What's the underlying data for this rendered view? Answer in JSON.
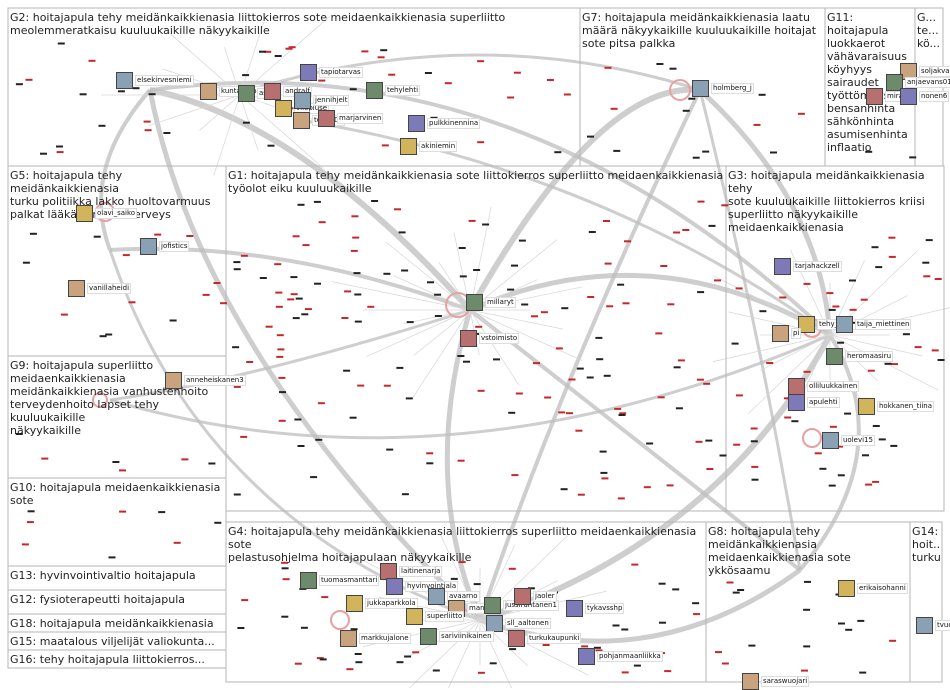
{
  "groups": [
    {
      "id": "G2",
      "title": "G2: hoitajapula tehy meidänkaikkienasia liittokierros sote meidaenkaikkienasia superliitto\nmeolemmeratkaisu kuuluukaikille näkyykaikille"
    },
    {
      "id": "G7",
      "title": "G7: hoitajapula meidänkaikkienasia laatu\nmäärä näkyykaikille kuuluukaikille hoitajat\nsote pitsa palkka"
    },
    {
      "id": "G11",
      "title": "G11: hoitajapula\nluokkaerot\nvähävaraisuus\nköyhyys\nsairaudet\ntyöttömyys\nbensanhinta\nsähkönhinta\nasumisenhinta\ninflaatio"
    },
    {
      "id": "G_small",
      "title": "G...\nte...\nkö..."
    },
    {
      "id": "G5",
      "title": "G5: hoitajapula tehy meidänkaikkienasia\nturku politiikka lakko huoltovarmuus\npalkat lääkärit mielenterveys"
    },
    {
      "id": "G1",
      "title": "G1: hoitajapula tehy meidänkaikkienasia sote liittokierros superliitto meidaenkaikkienasia\ntyöolot eiku kuuluukaikille"
    },
    {
      "id": "G3",
      "title": "G3: hoitajapula meidänkaikkienasia tehy\nsote kuuluukaikille liittokierros kriisi\nsuperliitto näkyykaikille\nmeidaenkaikkienasia"
    },
    {
      "id": "G9",
      "title": "G9: hoitajapula superliitto\nmeidaenkaikkienasia\nmeidänkaikkienasia vanhustenhoito\nterveydenhoito lapset tehy kuuluukaikille\nnäkyykaikille"
    },
    {
      "id": "G10",
      "title": "G10: hoitajapula meidaenkaikkienasia\nsote"
    },
    {
      "id": "G4",
      "title": "G4: hoitajapula tehy meidänkaikkienasia liittokierros superliitto meidaenkaikkienasia sote\npelastusohjelma hoitajapulaan näkyykaikille"
    },
    {
      "id": "G8",
      "title": "G8: hoitajapula tehy\nmeidänkaikkienasia\nmeidaenkaikkienasia sote\nykkösaamu"
    },
    {
      "id": "G14",
      "title": "G14:\nhoit...\nturku"
    },
    {
      "id": "G13",
      "title": "G13: hyvinvointivaltio hoitajapula"
    },
    {
      "id": "G12",
      "title": "G12: fysioterapeutti hoitajapula"
    },
    {
      "id": "G18",
      "title": "G18: hoitajapula meidänkaikkienasia"
    },
    {
      "id": "G15",
      "title": "G15: maatalous viljelijät valiokunta..."
    },
    {
      "id": "G16",
      "title": "G16: tehy hoitajapula liittokierros..."
    }
  ],
  "nodes": [
    {
      "id": "elsekirvesniemi",
      "label": "elsekirvesniemi"
    },
    {
      "id": "kuntatyonantajat",
      "label": "kuntatyonantaja"
    },
    {
      "id": "jasso",
      "label": "asso"
    },
    {
      "id": "andralf",
      "label": "andralf"
    },
    {
      "id": "tapiotarvas",
      "label": "tapiotarvas"
    },
    {
      "id": "vilepiuse",
      "label": "vilepiuse"
    },
    {
      "id": "jennihjelt",
      "label": "jennihjelt"
    },
    {
      "id": "tehy707",
      "label": "tehy707"
    },
    {
      "id": "tehylehti",
      "label": "tehylehti"
    },
    {
      "id": "marjarvinen",
      "label": "marjarvinen"
    },
    {
      "id": "pulkkinennina",
      "label": "pulkkinennina"
    },
    {
      "id": "akiniemin",
      "label": "akiniemin"
    },
    {
      "id": "holmberg_j",
      "label": "holmberg_j"
    },
    {
      "id": "soljakva",
      "label": "soljakva"
    },
    {
      "id": "anjaevans01",
      "label": "anjaevans01"
    },
    {
      "id": "mirahe",
      "label": "mirahe"
    },
    {
      "id": "nonen6",
      "label": "nonen6"
    },
    {
      "id": "olavi_saiko",
      "label": "olavi_saiko"
    },
    {
      "id": "jofistics",
      "label": "jofistics"
    },
    {
      "id": "vanillaheidi",
      "label": "vanillaheidi"
    },
    {
      "id": "millaryt",
      "label": "millaryt"
    },
    {
      "id": "vstoimisto",
      "label": "vstoimisto"
    },
    {
      "id": "tarjahackzell",
      "label": "tarjahackzell"
    },
    {
      "id": "tehy_ry",
      "label": "tehy_ry"
    },
    {
      "id": "taija_miettinen",
      "label": "taija_miettinen"
    },
    {
      "id": "pi",
      "label": "pi"
    },
    {
      "id": "heromaasiru",
      "label": "heromaasiru"
    },
    {
      "id": "olliluukkainen",
      "label": "olliluukkainen"
    },
    {
      "id": "apulehti",
      "label": "apulehti"
    },
    {
      "id": "hokkanen_tiina",
      "label": "hokkanen_tiina"
    },
    {
      "id": "uolevi15",
      "label": "uolevi15"
    },
    {
      "id": "anneheiskanen3",
      "label": "anneheiskanen3"
    },
    {
      "id": "tuomasmanttari",
      "label": "tuomasmanttari"
    },
    {
      "id": "laitinenarja",
      "label": "laitinenarja"
    },
    {
      "id": "hyvinvointiala",
      "label": "hyvinvointiala"
    },
    {
      "id": "jukkaparkkola",
      "label": "jukkaparkkola"
    },
    {
      "id": "avaarno",
      "label": "avaarno"
    },
    {
      "id": "mann",
      "label": "manl"
    },
    {
      "id": "jussirantanen1",
      "label": "jussirantanen1"
    },
    {
      "id": "jaoler",
      "label": "jaoler"
    },
    {
      "id": "tykavsshp",
      "label": "tykavsshp"
    },
    {
      "id": "superliitto",
      "label": "superliitto"
    },
    {
      "id": "sll_aaltonen",
      "label": "sll_aaltonen"
    },
    {
      "id": "markkujalonen",
      "label": "markkujalone"
    },
    {
      "id": "sariviinikainen",
      "label": "sariviinikainen"
    },
    {
      "id": "turkukaupunki",
      "label": "turkukaupunki"
    },
    {
      "id": "pohjanmaanliikka",
      "label": "pohjanmaanliikka"
    },
    {
      "id": "erikaisohanni",
      "label": "erikaisohanni"
    },
    {
      "id": "tvuola",
      "label": "tvuola"
    },
    {
      "id": "saraswuojari",
      "label": "saraswuojari"
    }
  ],
  "colors": {
    "edge": "#bdbdbd",
    "edge_red": "#e8a0a0",
    "box_border": "#b5b5b5",
    "mini_red": "#c62828",
    "mini_dark": "#222222"
  }
}
